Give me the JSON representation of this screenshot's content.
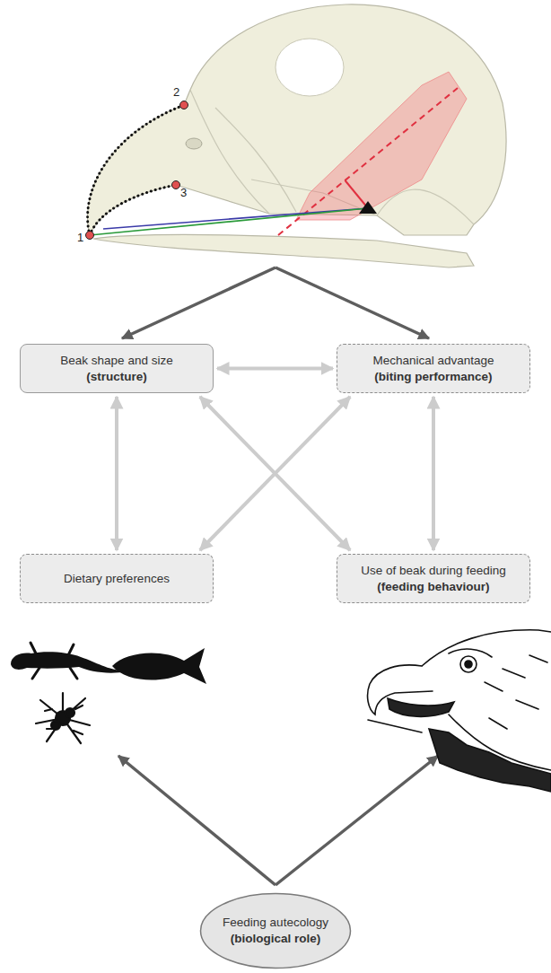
{
  "diagram": {
    "nodes": [
      {
        "text": [
          "Beak shape and size",
          "(structure)"
        ]
      },
      {
        "text": [
          "Mechanical advantage",
          "(biting performance)"
        ]
      },
      {
        "text": [
          "Dietary preferences"
        ]
      },
      {
        "text": [
          "Use of beak during feeding",
          "(feeding behaviour)"
        ]
      },
      {
        "text": [
          "Feeding autecology",
          "(biological role)"
        ]
      }
    ],
    "edges": [
      {
        "from": 0,
        "to": 1,
        "arrow": "both"
      },
      {
        "from": 0,
        "to": 2,
        "arrow": "both"
      },
      {
        "from": 1,
        "to": 3,
        "arrow": "both"
      },
      {
        "from": 0,
        "to": 3,
        "arrow": "both"
      },
      {
        "from": 1,
        "to": 2,
        "arrow": "both"
      }
    ],
    "labels": [
      "1",
      "2",
      "3"
    ]
  }
}
